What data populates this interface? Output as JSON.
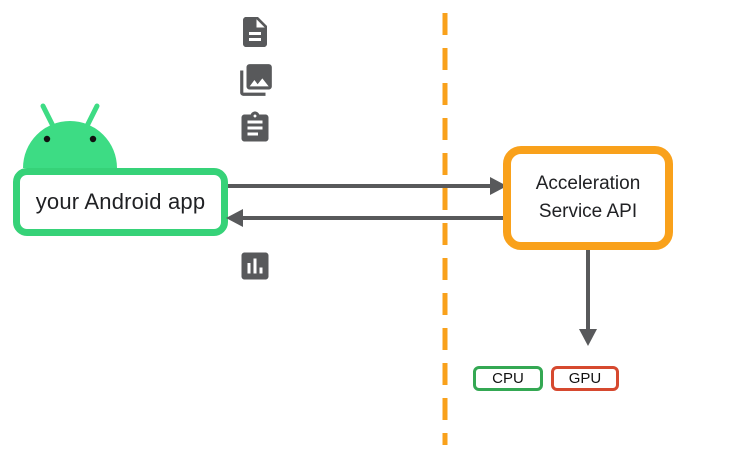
{
  "diagram": {
    "title_none": "",
    "left": {
      "app_label": "your Android app"
    },
    "right": {
      "api_label": "Acceleration Service API"
    },
    "hardware": {
      "cpu_label": "CPU",
      "gpu_label": "GPU"
    },
    "icons": {
      "mascot": "android-robot-icon",
      "stack": [
        "document-icon",
        "image-library-icon",
        "clipboard-icon",
        "bar-chart-icon"
      ],
      "arrows": [
        "arrow-right-icon",
        "arrow-left-icon",
        "arrow-down-icon"
      ],
      "boundary": "dashed-vertical-divider"
    },
    "colors": {
      "android_green": "#3DDC84",
      "app_box_border": "#36D278",
      "api_box_border": "#F9A11B",
      "divider_orange": "#F9A11B",
      "arrow_gray": "#58595B",
      "icon_gray": "#58595B",
      "cpu_border_green": "#34A853",
      "gpu_border_red": "#D6492F",
      "text": "#202124",
      "background": "#FFFFFF"
    }
  }
}
